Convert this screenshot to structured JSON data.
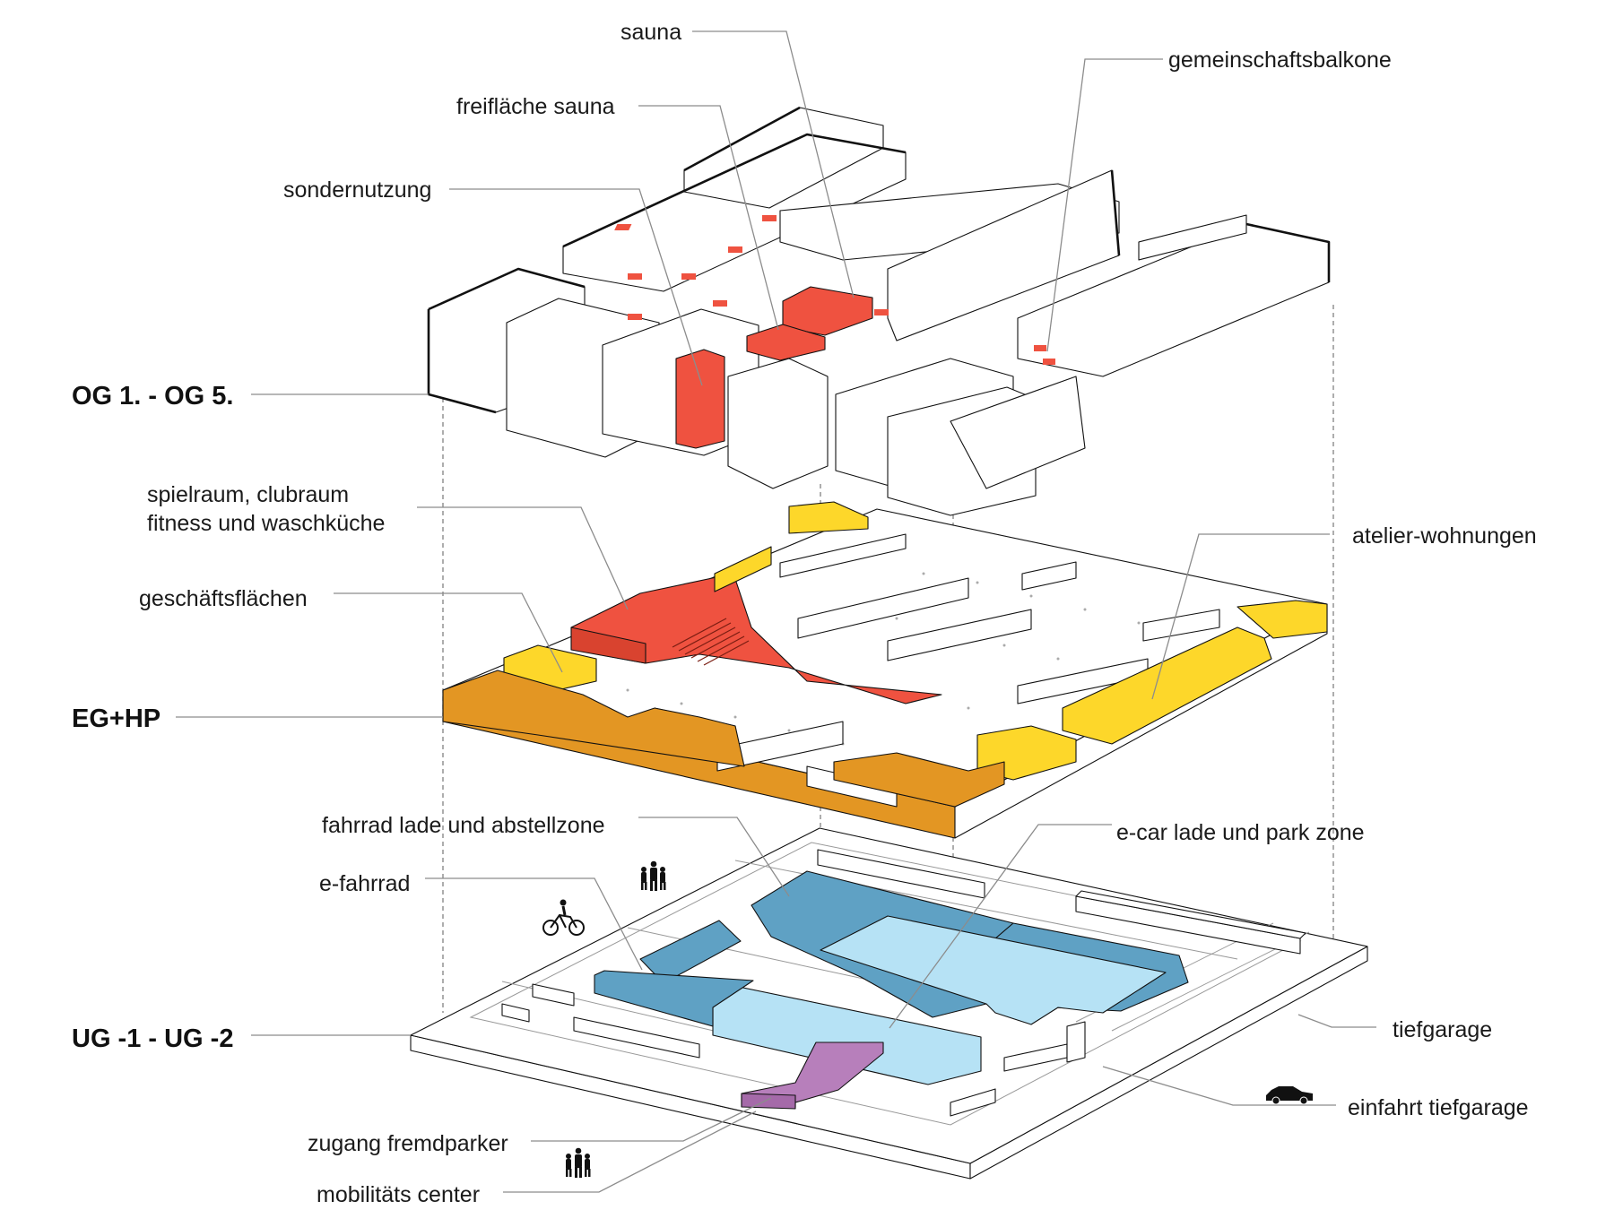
{
  "levels": {
    "upper": "OG 1. - OG 5.",
    "ground": "EG+HP",
    "basement": "UG -1 - UG -2"
  },
  "labels": {
    "sauna": "sauna",
    "gemeinschaftsbalkone": "gemeinschaftsbalkone",
    "freiflaeche_sauna": "freifläche sauna",
    "sondernutzung": "sondernutzung",
    "spielraum_line1": "spielraum, clubraum",
    "spielraum_line2": "fitness und waschküche",
    "geschaeftsflaechen": "geschäftsflächen",
    "atelier": "atelier-wohnungen",
    "fahrrad_lade": "fahrrad lade und abstellzone",
    "ecar": "e-car lade und park zone",
    "efahrrad": "e-fahrrad",
    "tiefgarage": "tiefgarage",
    "einfahrt": "einfahrt tiefgarage",
    "zugang": "zugang fremdparker",
    "mobilitaet": "mobilitäts center"
  },
  "colors": {
    "red": "#ef5240",
    "orange": "#e39623",
    "yellow": "#fdd72a",
    "blue_dark": "#5fa1c4",
    "blue_light": "#b6e2f5",
    "purple": "#b77fbb",
    "white": "#ffffff"
  },
  "icons": [
    "pedestrians-icon",
    "cyclist-icon",
    "car-icon"
  ]
}
